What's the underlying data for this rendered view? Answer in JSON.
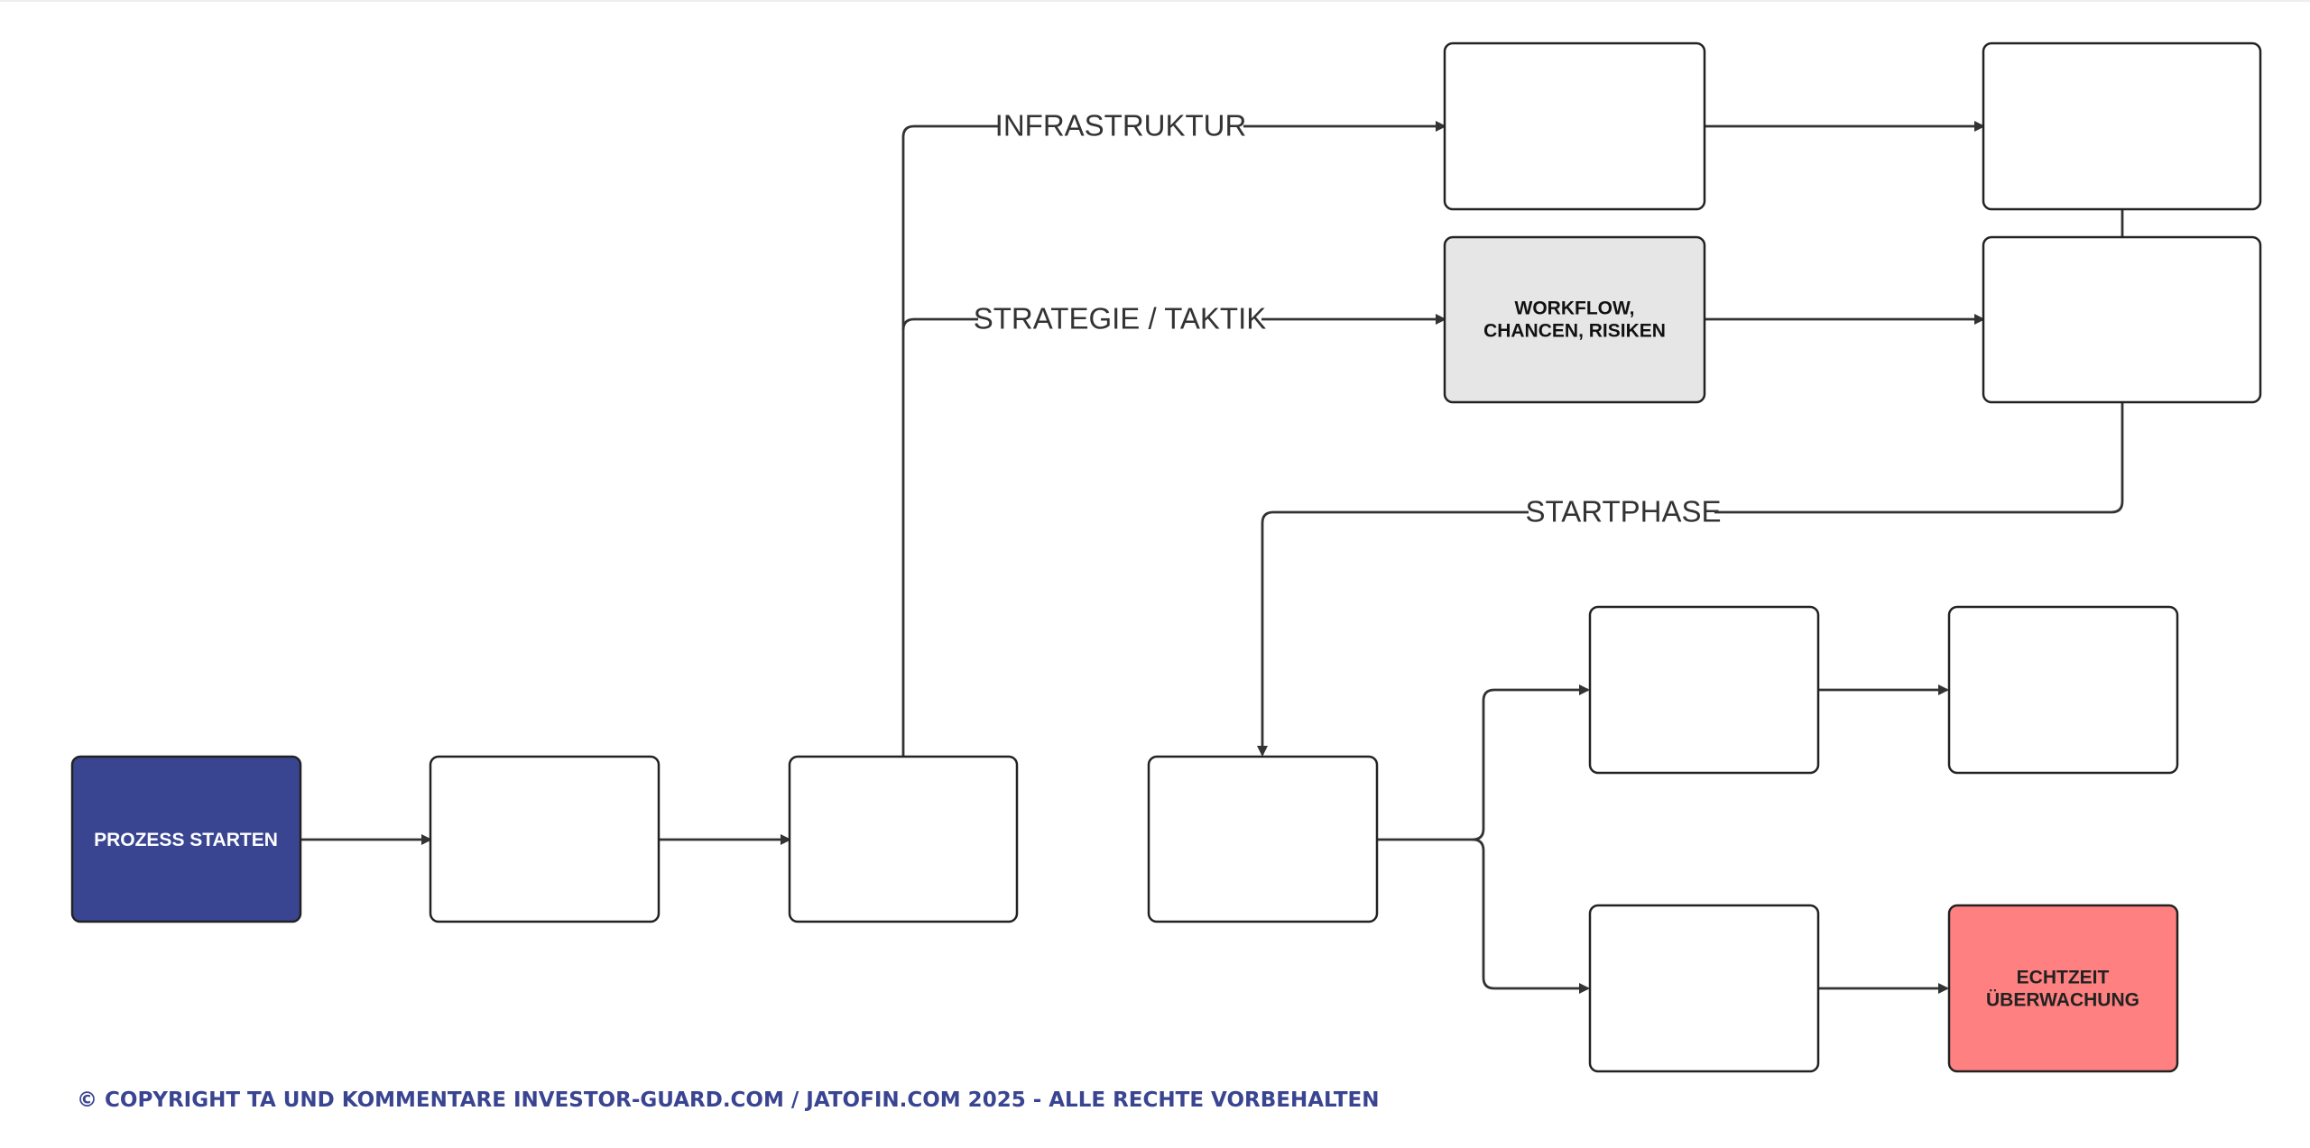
{
  "colors": {
    "primary": "#3a4592",
    "stroke": "#333333",
    "neutral_fill": "#e6e6e6",
    "alert_fill": "#ff8080",
    "footer_text": "#3a4592"
  },
  "nodes": {
    "start": {
      "lines": [
        "PROZESS STARTEN"
      ],
      "fill": "#3a4592",
      "text_color": "#ffffff"
    },
    "step_2": {
      "lines": [],
      "fill": "#ffffff"
    },
    "step_3": {
      "lines": [],
      "fill": "#ffffff"
    },
    "infra_1": {
      "lines": [],
      "fill": "#ffffff"
    },
    "infra_2": {
      "lines": [],
      "fill": "#ffffff"
    },
    "strategy_1": {
      "lines": [
        "WORKFLOW,",
        "CHANCEN, RISIKEN"
      ],
      "fill": "#e6e6e6",
      "text_color": "#111111"
    },
    "strategy_2": {
      "lines": [],
      "fill": "#ffffff"
    },
    "phase_1": {
      "lines": [],
      "fill": "#ffffff"
    },
    "phase_upper_1": {
      "lines": [],
      "fill": "#ffffff"
    },
    "phase_upper_2": {
      "lines": [],
      "fill": "#ffffff"
    },
    "phase_lower_1": {
      "lines": [],
      "fill": "#ffffff"
    },
    "monitoring": {
      "lines": [
        "ECHTZEIT",
        "ÜBERWACHUNG"
      ],
      "fill": "#ff8080",
      "text_color": "#222222"
    }
  },
  "edge_labels": {
    "infrastructure": "INFRASTRUKTUR",
    "strategy": "STRATEGIE / TAKTIK",
    "startphase": "STARTPHASE"
  },
  "footer": {
    "copyright": "© COPYRIGHT TA UND KOMMENTARE INVESTOR-GUARD.COM / JATOFIN.COM 2025 - ALLE RECHTE VORBEHALTEN"
  }
}
